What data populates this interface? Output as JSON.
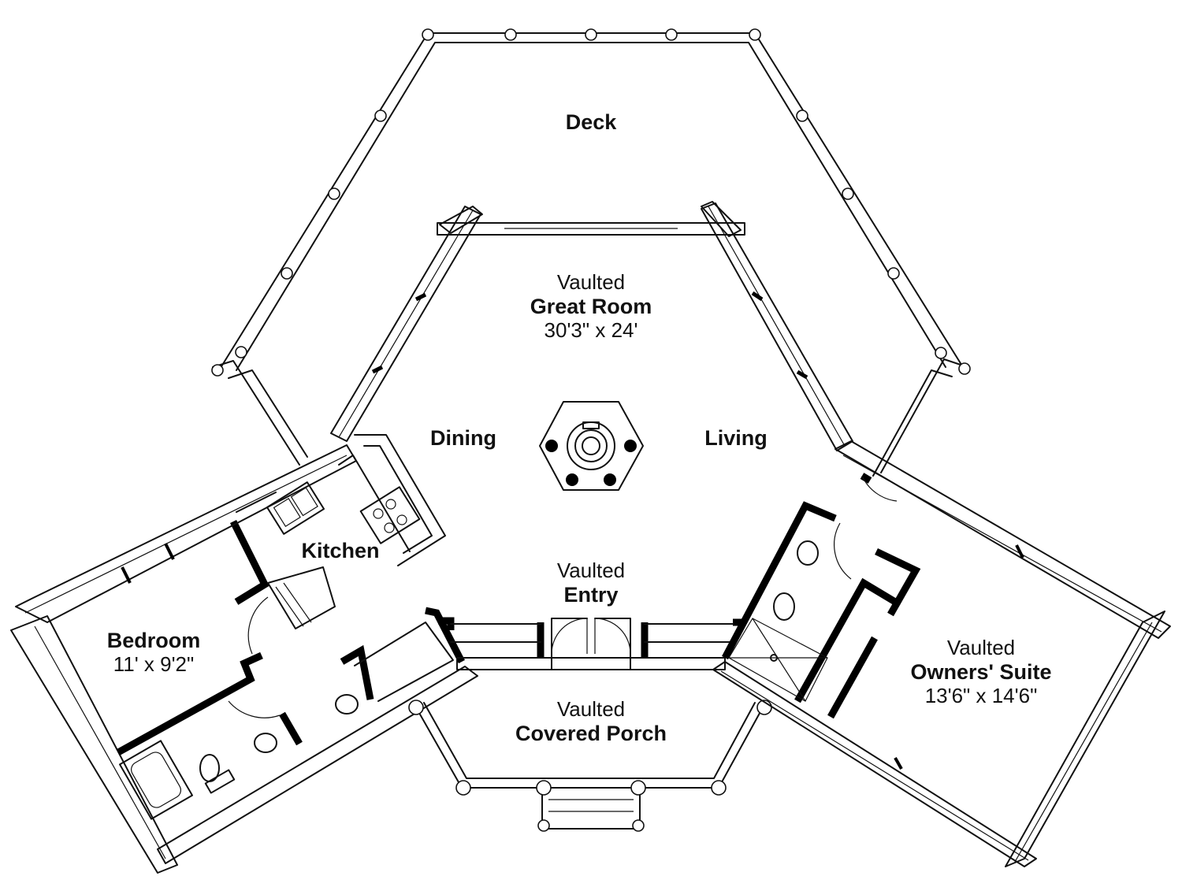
{
  "rooms": {
    "deck": {
      "name": "Deck"
    },
    "great_room": {
      "prefix": "Vaulted",
      "name": "Great Room",
      "size": "30'3\" x 24'"
    },
    "dining": {
      "name": "Dining"
    },
    "living": {
      "name": "Living"
    },
    "kitchen": {
      "name": "Kitchen"
    },
    "entry": {
      "prefix": "Vaulted",
      "name": "Entry"
    },
    "bedroom": {
      "name": "Bedroom",
      "size": "11' x 9'2\""
    },
    "owners_suite": {
      "prefix": "Vaulted",
      "name": "Owners' Suite",
      "size": "13'6\" x 14'6\""
    },
    "porch": {
      "prefix": "Vaulted",
      "name": "Covered Porch"
    }
  },
  "icons": [
    "fireplace-icon",
    "sink-icon",
    "cooktop-icon",
    "toilet-icon",
    "bathtub-icon",
    "door-swing-icon",
    "deck-post-icon"
  ]
}
